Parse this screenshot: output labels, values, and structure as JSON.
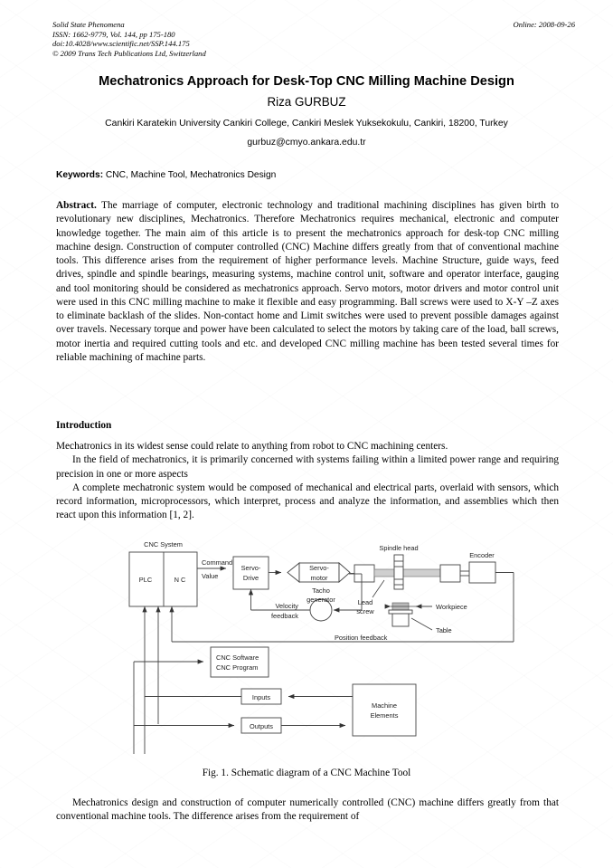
{
  "header": {
    "journal": "Solid State Phenomena",
    "issn_line": "ISSN: 1662-9779, Vol. 144, pp 175-180",
    "doi_line": "doi:10.4028/www.scientific.net/SSP.144.175",
    "copyright_line": "© 2009 Trans Tech Publications Ltd, Switzerland",
    "online": "Online: 2008-09-26"
  },
  "title": "Mechatronics Approach for Desk-Top CNC Milling Machine Design",
  "author": "Riza GURBUZ",
  "affiliation": "Cankiri Karatekin University Cankiri College, Cankiri Meslek Yuksekokulu, Cankiri, 18200, Turkey",
  "email": "gurbuz@cmyo.ankara.edu.tr",
  "keywords": {
    "label": "Keywords:",
    "value": " CNC, Machine Tool, Mechatronics Design"
  },
  "abstract": {
    "label": "Abstract.",
    "text": " The marriage of computer, electronic technology and traditional machining disciplines has given birth to revolutionary new disciplines, Mechatronics. Therefore Mechatronics requires mechanical, electronic and computer knowledge together. The main aim of this article is to present the mechatronics approach for desk-top CNC milling machine design. Construction of computer controlled (CNC) Machine differs greatly from that of conventional machine tools. This difference arises from the requirement of higher performance levels. Machine Structure, guide ways, feed drives, spindle and spindle bearings, measuring systems, machine control unit, software and operator interface, gauging and tool monitoring should be considered as mechatronics approach. Servo motors, motor drivers and motor control unit were used in this CNC milling machine to make it flexible and easy programming. Ball screws were used to X-Y –Z axes to eliminate backlash of the slides. Non-contact home and Limit switches were used to prevent possible damages against over travels. Necessary torque and power have been calculated to select the motors by taking care of the load, ball screws, motor inertia and required cutting tools and etc. and developed CNC milling machine has been tested several times for reliable machining of machine parts."
  },
  "introduction": {
    "heading": "Introduction",
    "paragraphs": [
      "Mechatronics in its widest sense could relate to anything from robot to CNC machining centers.",
      "In the field of mechatronics, it is primarily concerned with systems failing within a limited power range and requiring precision in one or more aspects",
      "A complete mechatronic system would be composed of mechanical and electrical parts, overlaid with sensors, which record information, microprocessors, which interpret, process and analyze the information, and assemblies which then react upon this information [1, 2]."
    ]
  },
  "figure": {
    "caption": "Fig. 1. Schematic diagram of a CNC Machine Tool",
    "labels": {
      "cnc_system": "CNC System",
      "plc": "PLC",
      "nc": "N C",
      "command": "Command",
      "value": "Value",
      "servo_drive_l1": "Servo-",
      "servo_drive_l2": "Drive",
      "servo_motor_l1": "Servo-",
      "servo_motor_l2": "motor",
      "tacho_l1": "Tacho",
      "tacho_l2": "generator",
      "velocity_l1": "Velocity",
      "velocity_l2": "feedback",
      "position_feedback": "Position feedback",
      "spindle_head": "Spindle head",
      "encoder": "Encoder",
      "lead_l1": "Lead",
      "lead_l2": "screw",
      "workpiece": "Workpiece",
      "table": "Table",
      "cnc_software_l1": "CNC Software",
      "cnc_software_l2": "CNC Program",
      "inputs": "Inputs",
      "outputs": "Outputs",
      "machine_l1": "Machine",
      "machine_l2": "Elements"
    }
  },
  "closing": {
    "paragraph": "Mechatronics design and construction of computer numerically controlled (CNC) machine differs greatly from that conventional machine tools. The difference arises from the requirement of"
  }
}
